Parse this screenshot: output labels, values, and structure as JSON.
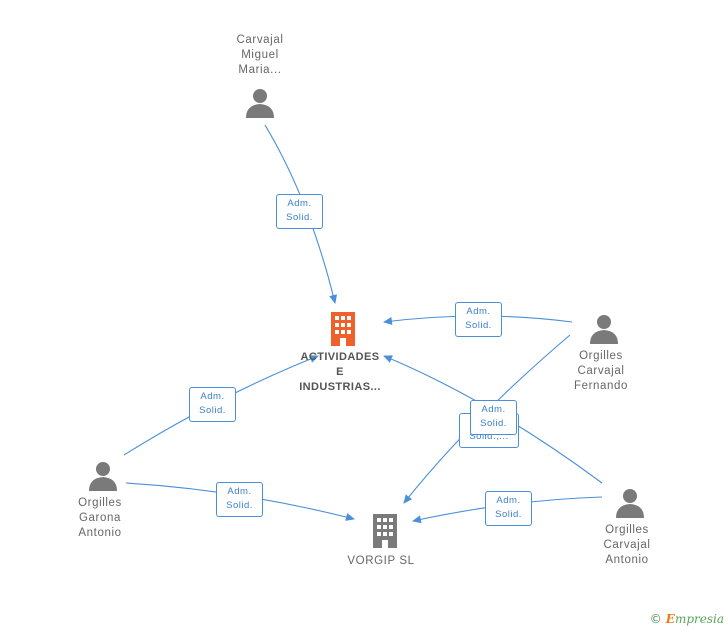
{
  "nodes": {
    "carvajal_miguel": {
      "label": "Carvajal\nMiguel\nMaria..."
    },
    "actividades": {
      "label": "ACTIVIDADES\nE\nINDUSTRIAS..."
    },
    "orgilles_fernando": {
      "label": "Orgilles\nCarvajal\nFernando"
    },
    "orgilles_garona": {
      "label": "Orgilles\nGarona\nAntonio"
    },
    "vorgip": {
      "label": "VORGIP SL"
    },
    "orgilles_antonio": {
      "label": "Orgilles\nCarvajal\nAntonio"
    }
  },
  "edges": {
    "e1": "Adm.\nSolid.",
    "e2": "Adm.\nSolid.",
    "e3": "Adm.\nSolid.",
    "e4": "Adm.\nSolid.",
    "e5": "Adm.\nSolid.,...",
    "e6": "Adm.\nSolid.",
    "e7": "Adm.\nSolid."
  },
  "colors": {
    "edge": "#4a8fd8",
    "company_main": "#f0602a",
    "company": "#7a7a7a",
    "person": "#7a7a7a"
  },
  "brand": {
    "copyright": "©",
    "initial": "E",
    "name": "mpresia"
  }
}
